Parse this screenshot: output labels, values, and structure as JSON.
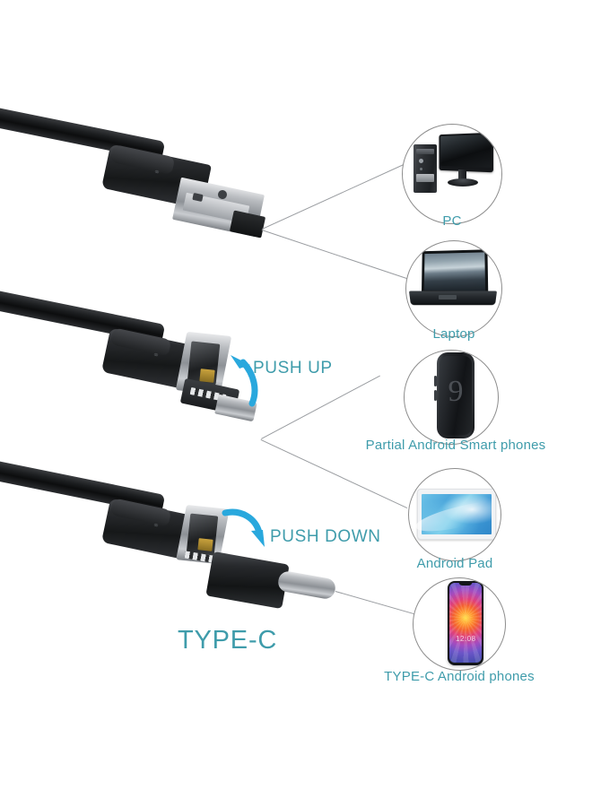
{
  "image": {
    "type": "product-infographic",
    "subject": "3-in-1 USB endoscope camera cable connector compatibility diagram",
    "background_color": "#ffffff",
    "accent_color": "#3f9cab",
    "arrow_color": "#29a8dd",
    "line_color": "#9a9da1"
  },
  "connectors": [
    {
      "id": "usb-a",
      "name": "USB-A connector",
      "row": 1,
      "annotation": null,
      "connects_to": [
        "pc",
        "laptop"
      ]
    },
    {
      "id": "micro-usb",
      "name": "Micro USB connector",
      "row": 2,
      "annotation": "PUSH UP",
      "connects_to": [
        "android-phone",
        "android-pad"
      ]
    },
    {
      "id": "usb-c",
      "name": "USB Type-C connector",
      "row": 3,
      "annotation": "PUSH DOWN",
      "connects_to": [
        "typec-phone"
      ]
    }
  ],
  "annotations": {
    "push_up": "PUSH UP",
    "push_down": "PUSH DOWN",
    "type_c": "TYPE-C"
  },
  "devices": [
    {
      "id": "pc",
      "label": "PC",
      "icon": "desktop-computer-icon"
    },
    {
      "id": "laptop",
      "label": "Laptop",
      "icon": "laptop-icon"
    },
    {
      "id": "android-phone",
      "label": "Partial Android Smart phones",
      "icon": "smartphone-icon"
    },
    {
      "id": "android-pad",
      "label": "Android Pad",
      "icon": "tablet-icon"
    },
    {
      "id": "typec-phone",
      "label": "TYPE-C Android phones",
      "icon": "smartphone-notch-icon"
    }
  ],
  "phone_screen": {
    "galaxy_logo": "9",
    "typec_clock": "12:08"
  }
}
